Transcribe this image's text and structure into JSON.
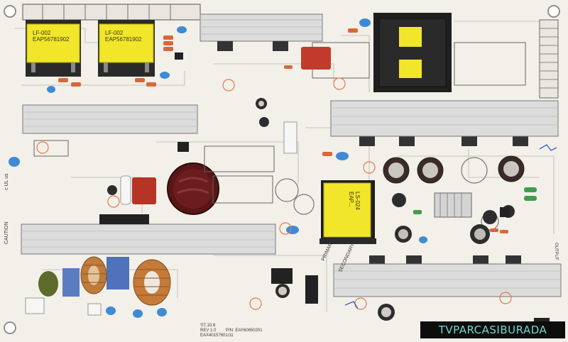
{
  "photo": {
    "subject": "power supply circuit board",
    "board_color": "#f2f0e8",
    "heatsink_color": "#dcdcdc",
    "transformer_color": "#f1e62a"
  },
  "silkscreen": {
    "transformer_1": [
      "LF-002",
      "EAP56781902"
    ],
    "transformer_2": [
      "LF-002",
      "EAP56781902"
    ],
    "transformer_main": [
      "LS-024",
      "EAP..."
    ],
    "caution_block": "CAUTION",
    "primary": "PRIMARY",
    "secondary": "SECONDARY",
    "output": "OUTPUT",
    "ul_mark": "c UL us",
    "part_no": "P/N: EAY60650201",
    "rev": "REV 1.0",
    "eax": "EAX40157601/11",
    "date": "'07.10.8"
  },
  "watermark": {
    "text": "TVPARCASIBURADA"
  }
}
